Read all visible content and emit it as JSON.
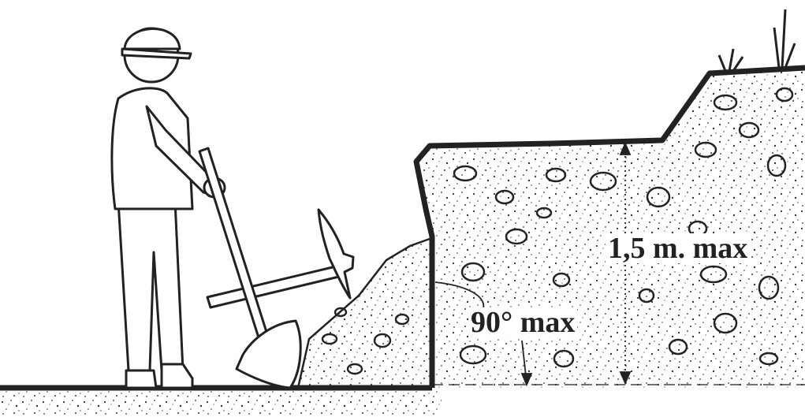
{
  "diagram": {
    "labels": {
      "depth": "1,5 m. max",
      "angle": "90° max"
    },
    "figures": [
      "worker-with-shovel",
      "pickaxe",
      "spoil-pile",
      "trench-wall",
      "depth-arrow",
      "angle-arc"
    ],
    "colors": {
      "ink": "#222222",
      "background": "#ffffff"
    }
  }
}
